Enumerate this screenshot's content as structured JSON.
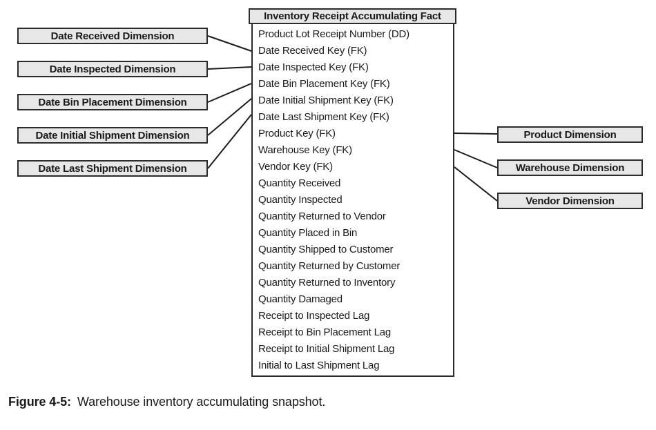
{
  "diagram": {
    "fact_table": {
      "title": "Inventory Receipt Accumulating Fact",
      "fields": [
        "Product Lot Receipt Number (DD)",
        "Date Received Key (FK)",
        "Date Inspected Key (FK)",
        "Date Bin Placement Key (FK)",
        "Date Initial Shipment Key (FK)",
        "Date Last Shipment Key (FK)",
        "Product Key (FK)",
        "Warehouse Key (FK)",
        "Vendor Key (FK)",
        "Quantity Received",
        "Quantity Inspected",
        "Quantity Returned to Vendor",
        "Quantity Placed in Bin",
        "Quantity Shipped to Customer",
        "Quantity Returned by Customer",
        "Quantity Returned to Inventory",
        "Quantity Damaged",
        "Receipt to Inspected Lag",
        "Receipt to Bin Placement Lag",
        "Receipt to Initial Shipment Lag",
        "Initial to Last Shipment Lag"
      ]
    },
    "left_dimensions": [
      "Date Received Dimension",
      "Date Inspected Dimension",
      "Date Bin Placement Dimension",
      "Date Initial Shipment Dimension",
      "Date Last Shipment Dimension"
    ],
    "right_dimensions": [
      "Product Dimension",
      "Warehouse Dimension",
      "Vendor Dimension"
    ],
    "connections": [
      {
        "from": "Date Received Dimension",
        "to": "Date Received Key (FK)"
      },
      {
        "from": "Date Inspected Dimension",
        "to": "Date Inspected Key (FK)"
      },
      {
        "from": "Date Bin Placement Dimension",
        "to": "Date Bin Placement Key (FK)"
      },
      {
        "from": "Date Initial Shipment Dimension",
        "to": "Date Initial Shipment Key (FK)"
      },
      {
        "from": "Date Last Shipment Dimension",
        "to": "Date Last Shipment Key (FK)"
      },
      {
        "from": "Product Dimension",
        "to": "Product Key (FK)"
      },
      {
        "from": "Warehouse Dimension",
        "to": "Warehouse Key (FK)"
      },
      {
        "from": "Vendor Dimension",
        "to": "Vendor Key (FK)"
      }
    ],
    "colors": {
      "box_fill": "#e7e7e7",
      "box_border": "#2b2b2b",
      "connector_line": "#1b1b1b",
      "text": "#1a1a1a"
    }
  },
  "caption": {
    "label": "Figure 4-5:",
    "text": "Warehouse inventory accumulating snapshot."
  }
}
